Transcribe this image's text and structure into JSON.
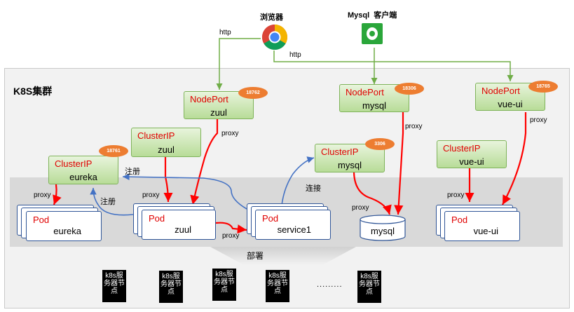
{
  "top": {
    "browser_label": "浏览器",
    "mysql_client_label": "Mysql  客户端",
    "http1": "http",
    "http2": "http"
  },
  "cluster": {
    "title": "K8S集群",
    "nodeports": [
      {
        "type": "NodePort",
        "name": "zuul",
        "port": "18762"
      },
      {
        "type": "NodePort",
        "name": "mysql",
        "port": "18306"
      },
      {
        "type": "NodePort",
        "name": "vue-ui",
        "port": "18765"
      }
    ],
    "clusterips": [
      {
        "type": "ClusterIP",
        "name": "zuul"
      },
      {
        "type": "ClusterIP",
        "name": "eureka",
        "port": "18761"
      },
      {
        "type": "ClusterIP",
        "name": "mysql",
        "port": "3306"
      },
      {
        "type": "ClusterIP",
        "name": "vue-ui"
      }
    ],
    "pods": [
      {
        "type": "Pod",
        "name": "eureka"
      },
      {
        "type": "Pod",
        "name": "zuul"
      },
      {
        "type": "Pod",
        "name": "service1"
      },
      {
        "type": "Pod",
        "name": "vue-ui"
      }
    ],
    "mysql_db": "mysql",
    "labels": {
      "proxy_zuul_np": "proxy",
      "proxy_mysql_np": "proxy",
      "proxy_vueui_np": "proxy",
      "proxy_eureka": "proxy",
      "proxy_zuul": "proxy",
      "proxy_zuul_svc": "proxy",
      "proxy_mysql": "proxy",
      "proxy_vueui": "proxy",
      "register1": "注册",
      "register2": "注册",
      "connect": "连接",
      "deploy": "部署"
    },
    "nodes": [
      "k8s服务器节点",
      "k8s服务器节点",
      "k8s服务器节点",
      "k8s服务器节点",
      "k8s服务器节点"
    ],
    "ellipsis": "........."
  }
}
